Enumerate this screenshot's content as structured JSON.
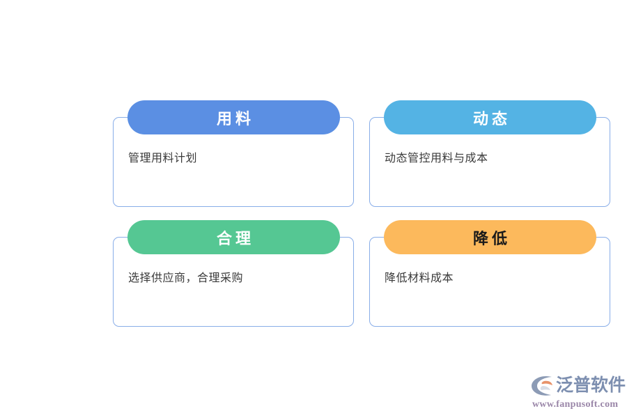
{
  "page": {
    "background_color": "#ffffff",
    "body_text_color": "#3a3a3a",
    "card_border_color": "#88ade8"
  },
  "cards": [
    {
      "id": "yongliao",
      "title": "用料",
      "description": "管理用料计划",
      "accent_color": "#5b8fe3",
      "title_color": "#ffffff",
      "position": "top-left"
    },
    {
      "id": "dongtai",
      "title": "动态",
      "description": "动态管控用料与成本",
      "accent_color": "#54b3e4",
      "title_color": "#ffffff",
      "position": "top-right"
    },
    {
      "id": "heli",
      "title": "合理",
      "description": "选择供应商，合理采购",
      "accent_color": "#55c793",
      "title_color": "#ffffff",
      "position": "bottom-left"
    },
    {
      "id": "jiangdi",
      "title": "降低",
      "description": "降低材料成本",
      "accent_color": "#fcb95c",
      "title_color": "#1a1a1a",
      "position": "bottom-right"
    }
  ],
  "brand": {
    "logo_icon": "fanpu-swoosh-logo-icon",
    "name": "泛普软件",
    "url": "www.fanpusoft.com",
    "name_color": "#7d8fb0",
    "url_color": "#9a86a8",
    "mark_color": "#8c9bb5",
    "mark_accent_color": "#e8936a"
  }
}
